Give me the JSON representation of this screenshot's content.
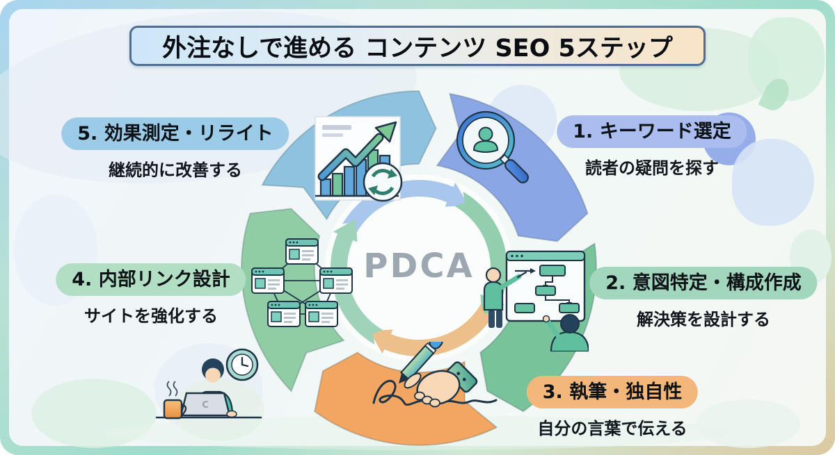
{
  "title": "外注なしで進める コンテンツ SEO 5ステップ",
  "center_label": "PDCA",
  "laptop_logo": "C",
  "steps": [
    {
      "label": "1. キーワード選定",
      "sub": "読者の疑問を探す",
      "pill_color": "#aabdee",
      "segment_color": "#8ba6e4"
    },
    {
      "label": "2. 意図特定・構成作成",
      "sub": "解決策を設計する",
      "pill_color": "#a2d6bd",
      "segment_color": "#79c39b"
    },
    {
      "label": "3. 執筆・独自性",
      "sub": "自分の言葉で伝える",
      "pill_color": "#f4b77b",
      "segment_color": "#f2a661"
    },
    {
      "label": "4. 内部リンク設計",
      "sub": "サイトを強化する",
      "pill_color": "#b2dfc4",
      "segment_color": "#90cda4"
    },
    {
      "label": "5. 効果測定・リライト",
      "sub": "継続的に改善する",
      "pill_color": "#9bcbe7",
      "segment_color": "#8fc2de"
    }
  ],
  "pdca_arrow_colors": [
    "#a9c6ec",
    "#93cfae",
    "#ecbf8b",
    "#9ed3ba"
  ],
  "icons": [
    "magnifier-person-icon",
    "flowchart-people-icon",
    "writing-hand-icon",
    "window-network-icon",
    "chart-growth-refresh-icon",
    "person-laptop-icon",
    "clock-icon",
    "coffee-mug-icon",
    "pdca-cycle-arrows-icon"
  ],
  "colors": {
    "outline": "#1f3447",
    "title_border": "#4c6e94",
    "pdca_text": "#9da7b1",
    "canvas_bg": "#f0f6f9",
    "frame_gradient": [
      "#a9d4f0",
      "#9fdccb",
      "#dcc9a0"
    ]
  }
}
